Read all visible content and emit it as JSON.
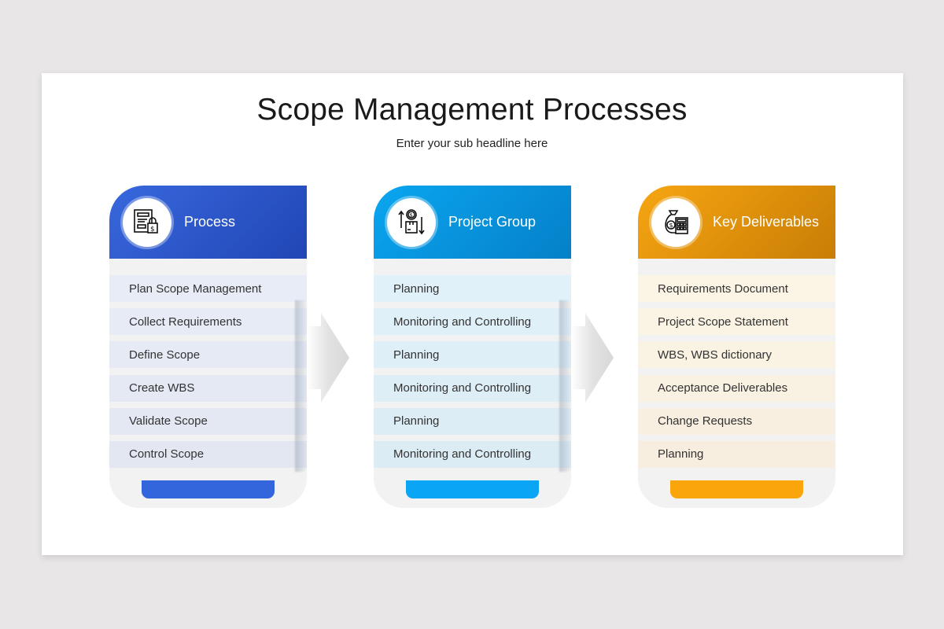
{
  "slide": {
    "title": "Scope Management Processes",
    "subtitle": "Enter your sub headline here"
  },
  "columns": [
    {
      "label": "Process",
      "icon": "document-lock-dollar-icon",
      "color": "#2d5fd8",
      "header_gradient": [
        "#3563dc",
        "#2247b8"
      ],
      "row_color": "#e6ebf6",
      "tab_color": "#3366dd",
      "rows": [
        "Plan Scope Management",
        "Collect Requirements",
        "Define Scope",
        "Create WBS",
        "Validate Scope",
        "Control Scope"
      ]
    },
    {
      "label": "Project Group",
      "icon": "coin-box-arrows-icon",
      "color": "#0a9be6",
      "header_gradient": [
        "#0aa3ee",
        "#0480cc"
      ],
      "row_color": "#e0eff8",
      "tab_color": "#0aa6f5",
      "rows": [
        "Planning",
        "Monitoring and Controlling",
        "Planning",
        "Monitoring and Controlling",
        "Planning",
        "Monitoring and Controlling"
      ]
    },
    {
      "label": "Key Deliverables",
      "icon": "money-bag-calculator-icon",
      "color": "#f0a010",
      "header_gradient": [
        "#f5a412",
        "#cc7f05"
      ],
      "row_color": "#f8f0e0",
      "tab_color": "#fba50c",
      "rows": [
        "Requirements Document",
        "Project Scope Statement",
        "WBS, WBS dictionary",
        "Acceptance Deliverables",
        "Change Requests",
        "Planning"
      ]
    }
  ],
  "arrows": [
    "arrow-right-icon",
    "arrow-right-icon"
  ]
}
